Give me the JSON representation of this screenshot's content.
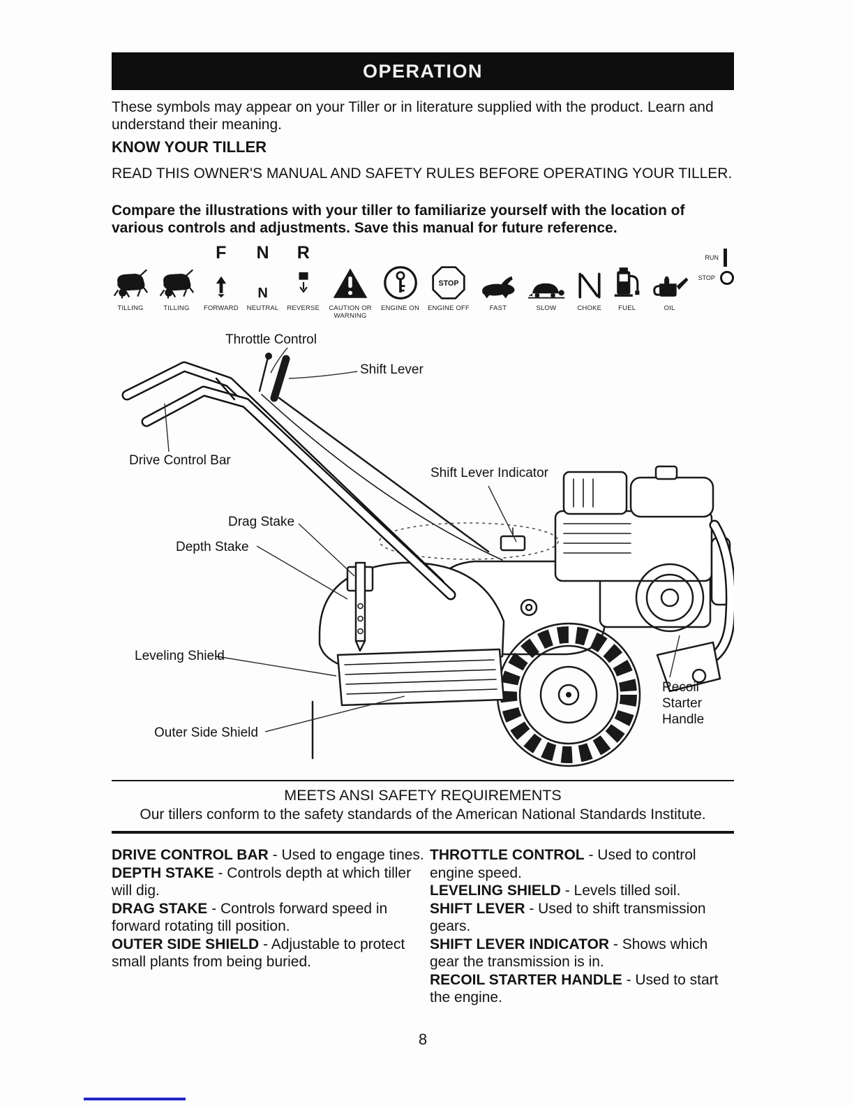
{
  "header": {
    "title": "OPERATION"
  },
  "intro": {
    "symbols_text": "These symbols  may appear on your Tiller or in literature supplied with the product. Learn and understand their meaning.",
    "know_heading": "KNOW YOUR TILLER",
    "read_text": "READ THIS OWNER'S MANUAL AND SAFETY RULES BEFORE OPERATING YOUR TILLER.",
    "compare_text": "Compare the illustrations with your tiller to familiarize yourself with the location of various controls and adjustments. Save this manual for future reference."
  },
  "symbols": {
    "gear_f": "F",
    "gear_n": "N",
    "gear_r": "R",
    "gear_n2": "N",
    "stop_sign_text": "STOP",
    "run_label": "RUN",
    "stop_label": "STOP",
    "items": [
      {
        "label": "TILLING"
      },
      {
        "label": "TILLING"
      },
      {
        "label": "FORWARD"
      },
      {
        "label": "NEUTRAL"
      },
      {
        "label": "REVERSE"
      },
      {
        "label": "CAUTION OR WARNING"
      },
      {
        "label": "ENGINE ON"
      },
      {
        "label": "ENGINE OFF"
      },
      {
        "label": "FAST"
      },
      {
        "label": "SLOW"
      },
      {
        "label": "CHOKE"
      },
      {
        "label": "FUEL"
      },
      {
        "label": "OIL"
      }
    ]
  },
  "diagram": {
    "labels": {
      "throttle_control": "Throttle Control",
      "shift_lever": "Shift Lever",
      "drive_control_bar": "Drive Control Bar",
      "shift_lever_indicator": "Shift Lever Indicator",
      "drag_stake": "Drag Stake",
      "depth_stake": "Depth Stake",
      "leveling_shield": "Leveling Shield",
      "outer_side_shield": "Outer Side Shield",
      "recoil_starter_handle": "Recoil\nStarter\nHandle"
    }
  },
  "ansi": {
    "title": "MEETS ANSI SAFETY REQUIREMENTS",
    "body": "Our tillers conform to the safety standards of the American National Standards Institute."
  },
  "glossary": {
    "left": [
      {
        "term": "DRIVE CONTROL BAR",
        "def": " - Used to engage tines."
      },
      {
        "term": "DEPTH STAKE",
        "def": " - Controls depth at which tiller will dig."
      },
      {
        "term": "DRAG STAKE",
        "def": " - Controls forward speed in forward rotating till position."
      },
      {
        "term": "OUTER SIDE SHIELD",
        "def": " - Adjustable to protect small plants from being buried."
      }
    ],
    "right": [
      {
        "term": "THROTTLE CONTROL",
        "def": " - Used to control engine speed."
      },
      {
        "term": "LEVELING SHIELD",
        "def": " - Levels tilled soil."
      },
      {
        "term": "SHIFT LEVER",
        "def": " - Used to shift transmission gears."
      },
      {
        "term": "SHIFT LEVER INDICATOR",
        "def": " - Shows which gear the transmission is in."
      },
      {
        "term": "RECOIL STARTER HANDLE",
        "def": " - Used to start the engine."
      }
    ]
  },
  "footer": {
    "page_number": "8"
  }
}
